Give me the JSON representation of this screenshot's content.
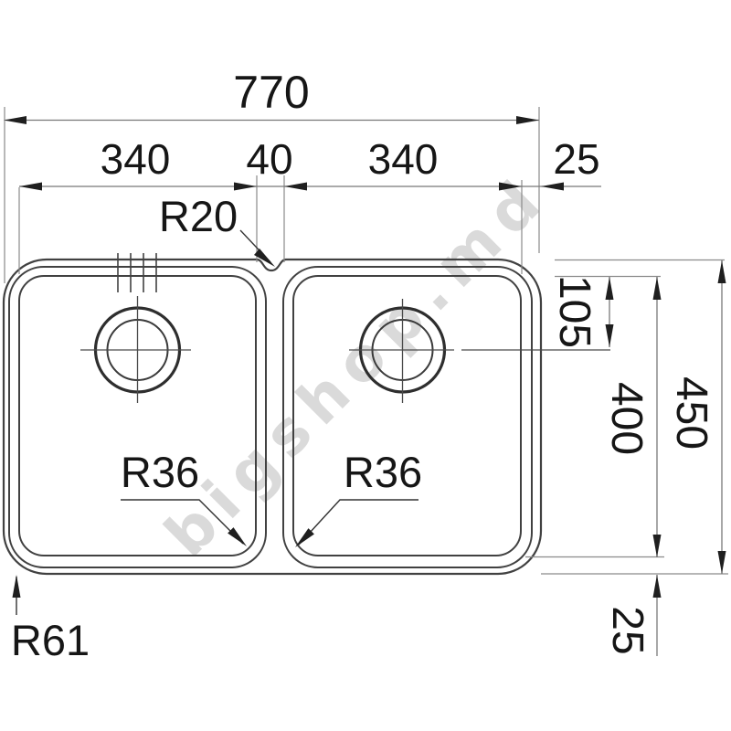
{
  "watermark": {
    "text": "bigshop.md"
  },
  "colors": {
    "outline": "#414141",
    "dimension_lines": "#787878",
    "arrowheads": "#1f1f1f",
    "labels": "#161616",
    "watermark": "#dadada",
    "background": "#ffffff"
  },
  "dimensions": {
    "horizontal": {
      "overall_width": "770",
      "left_bowl_width": "340",
      "divider_width": "40",
      "right_bowl_width": "340",
      "right_edge_offset": "25"
    },
    "vertical": {
      "drain_center_from_top": "105",
      "bowl_inner_length": "400",
      "overall_depth": "450",
      "bottom_edge_offset": "25"
    },
    "radii": {
      "divider_radius": "R20",
      "left_bowl_corner_radius": "R36",
      "right_bowl_corner_radius": "R36",
      "outer_corner_radius": "R61"
    }
  }
}
